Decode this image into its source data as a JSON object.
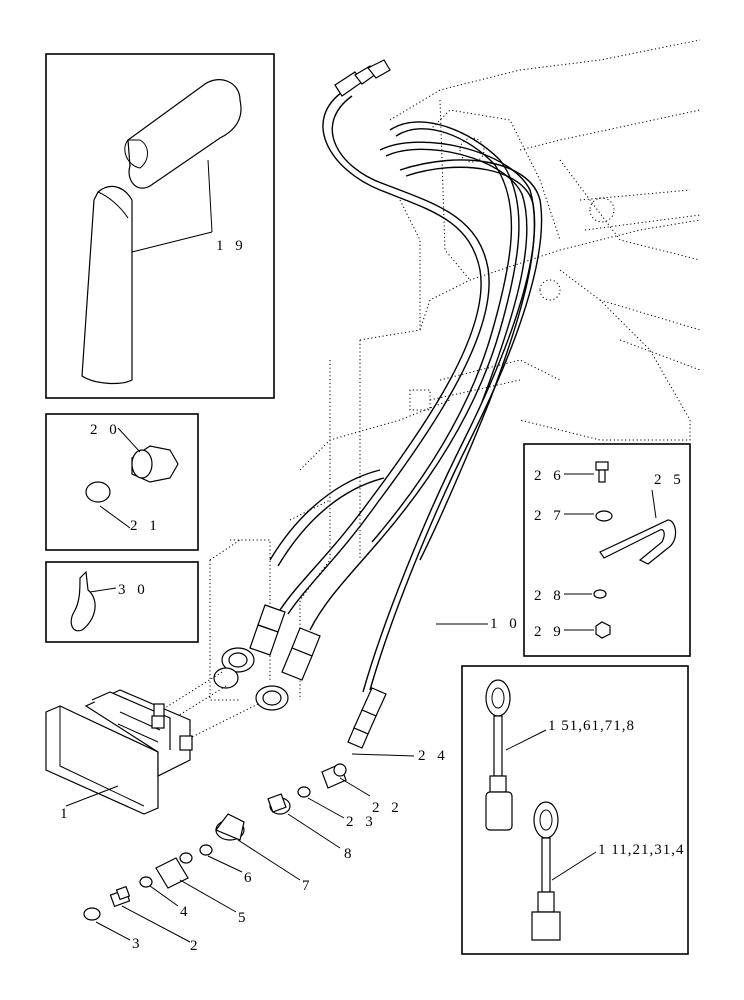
{
  "callouts": {
    "c1": "1",
    "c2": "2",
    "c3": "3",
    "c4": "4",
    "c5": "5",
    "c6": "6",
    "c7": "7",
    "c8": "8",
    "c10": "1 0",
    "c19": "1 9",
    "c20": "2 0",
    "c21": "2 1",
    "c22": "2 2",
    "c23": "2 3",
    "c24": "2 4",
    "c25": "2 5",
    "c26": "2 6",
    "c27": "2 7",
    "c28": "2 8",
    "c29": "2 9",
    "c30": "3 0",
    "kit_a": "1 51,61,71,8",
    "kit_b": "1 11,21,31,4"
  }
}
